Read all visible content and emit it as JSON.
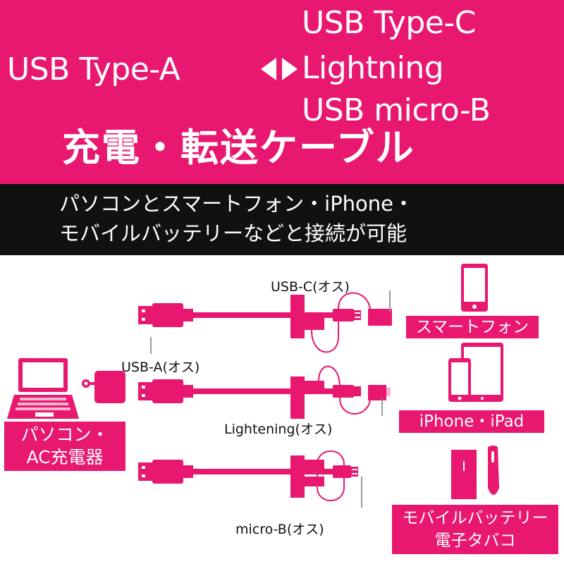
{
  "hero": {
    "left_text": "USB Type-A",
    "arrow_icon": "left-right-arrows",
    "right_lines": [
      "USB Type-C",
      "Lightning",
      "USB micro-B"
    ],
    "title_jp": "充電・転送ケーブル"
  },
  "band": {
    "line1": "パソコンとスマートフォン・iPhone・",
    "line2": "モバイルバッテリーなどと接続が可能"
  },
  "source": {
    "label_line1": "パソコン・",
    "label_line2": "AC充電器",
    "icons": [
      "laptop-icon",
      "ac-adapter-icon"
    ]
  },
  "cables": [
    {
      "plug_a_label": "USB-A(オス)",
      "tip_label": "USB-C(オス)"
    },
    {
      "plug_a_label": "USB-A(オス)",
      "tip_label": "Lightening(オス)"
    },
    {
      "plug_a_label": "USB-A(オス)",
      "tip_label": "micro-B(オス)"
    }
  ],
  "labels": {
    "usb_a": "USB-A(オス)",
    "usb_c": "USB-C(オス)",
    "lightning": "Lightening(オス)",
    "micro_b": "micro-B(オス)"
  },
  "targets": [
    {
      "label": "スマートフォン",
      "icon": "smartphone-icon"
    },
    {
      "label": "iPhone・iPad",
      "icon": "iphone-ipad-icon"
    },
    {
      "label_line1": "モバイルバッテリー",
      "label_line2": "電子タバコ",
      "icon": "battery-ecig-icon"
    }
  ],
  "colors": {
    "brand_pink": "#e8176f",
    "band_black": "#111111",
    "text_white": "#ffffff",
    "leader_gray": "#9a9a9a"
  }
}
